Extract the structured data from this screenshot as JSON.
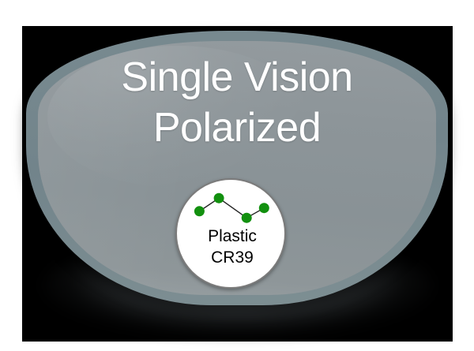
{
  "scene": {
    "name": "eyeglass-lens-product-illustration",
    "backdrop_color": "#000000",
    "page_background": "#ffffff"
  },
  "lens": {
    "name": "single-vision-polarized-lens",
    "rim_color": "#72848b",
    "face_color": "#899296",
    "title_color": "#ffffff",
    "title_line_1": "Single Vision",
    "title_line_2": "Polarized"
  },
  "badge": {
    "name": "material-badge",
    "background_color": "#ffffff",
    "border_color": "#7b7b7b",
    "text_color": "#000000",
    "line_1": "Plastic",
    "line_2": "CR39"
  },
  "chart_data": {
    "type": "line",
    "title": "",
    "xlabel": "",
    "ylabel": "",
    "marker_color": "#12900f",
    "line_color": "#222222",
    "grid": false,
    "legend": null,
    "xlim": [
      0,
      4
    ],
    "ylim": [
      0,
      3
    ],
    "x": [
      0.4,
      1.35,
      2.7,
      3.55
    ],
    "values": [
      1.45,
      2.45,
      0.95,
      1.7
    ],
    "points": [
      {
        "x": 0.4,
        "y": 1.45
      },
      {
        "x": 1.35,
        "y": 2.45
      },
      {
        "x": 2.7,
        "y": 0.95
      },
      {
        "x": 3.55,
        "y": 1.7
      }
    ]
  }
}
